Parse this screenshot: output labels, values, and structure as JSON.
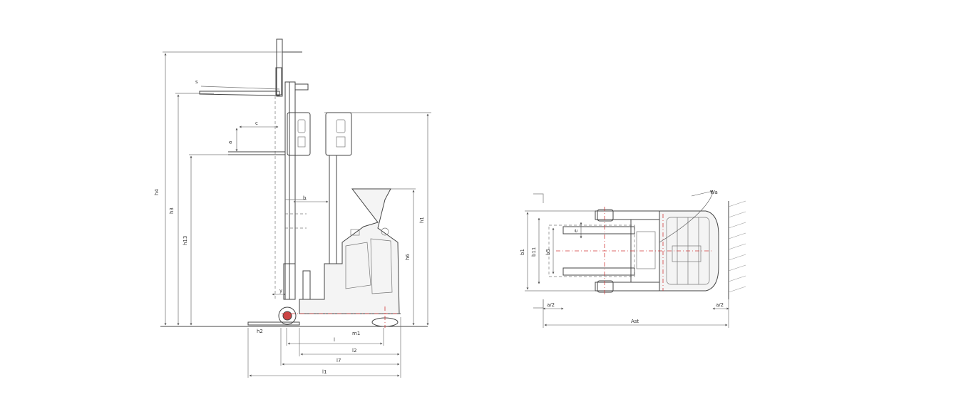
{
  "side_view": {
    "dims": {
      "h4": "h4",
      "h3": "h3",
      "h1": "h1",
      "h6": "h6",
      "h13": "h13",
      "h2": "h2",
      "c": "c",
      "l": "l",
      "l2": "l2",
      "l7": "l7",
      "l1": "l1",
      "y": "y",
      "s": "s",
      "m1": "m1",
      "b": "b",
      "a": "a"
    }
  },
  "top_view": {
    "dims": {
      "Wa": "Wa",
      "b1": "b1",
      "b11": "b11",
      "b5": "b5",
      "e": "e",
      "a2_left": "a/2",
      "a2_right": "a/2",
      "Ast": "Ast"
    }
  }
}
